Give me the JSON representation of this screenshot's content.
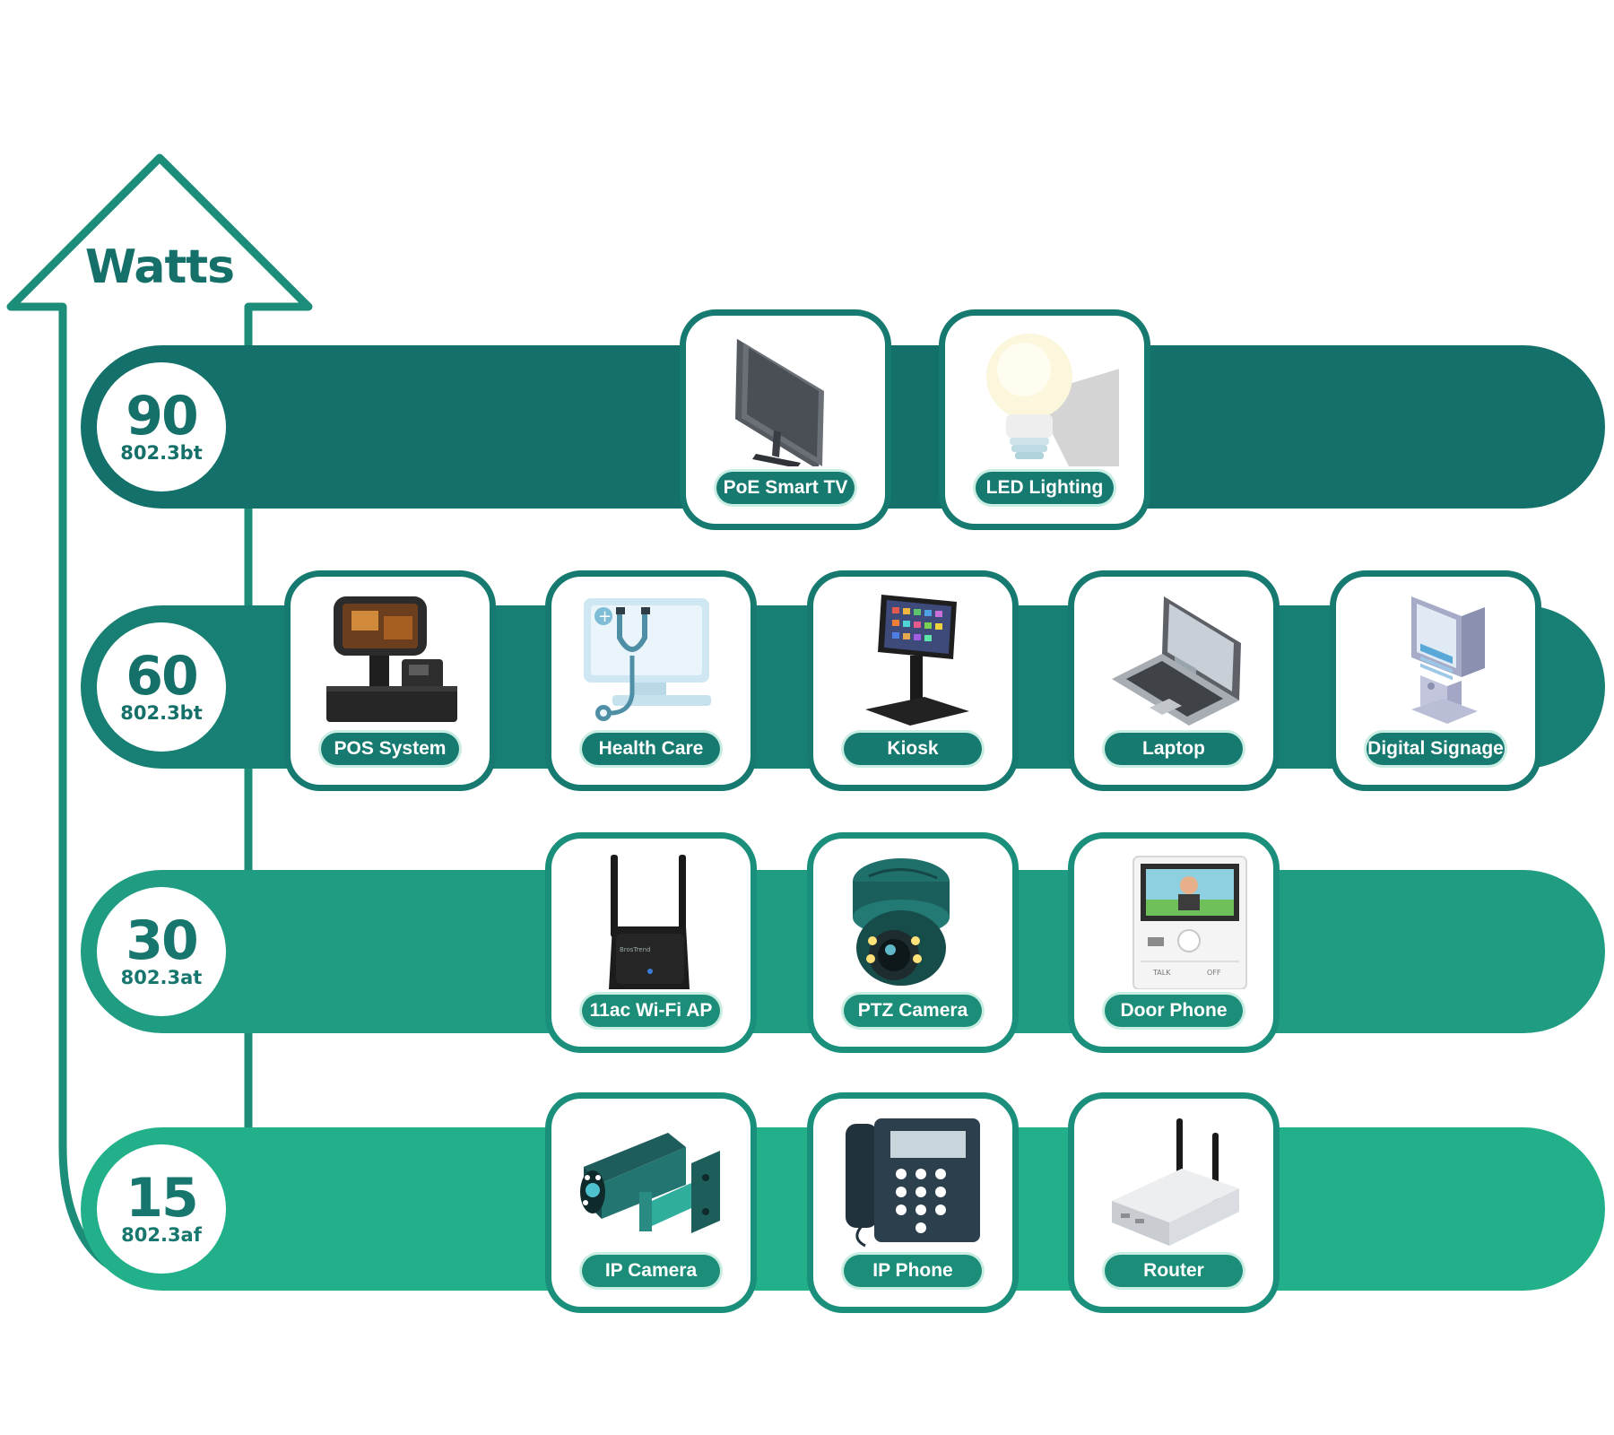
{
  "axis": {
    "title": "Watts"
  },
  "tiers": [
    {
      "watts": "90",
      "standard": "802.3bt",
      "devices": [
        {
          "label": "PoE Smart TV",
          "icon": "smart-tv-icon"
        },
        {
          "label": "LED Lighting",
          "icon": "led-bulb-icon"
        }
      ]
    },
    {
      "watts": "60",
      "standard": "802.3bt",
      "devices": [
        {
          "label": "POS System",
          "icon": "pos-terminal-icon"
        },
        {
          "label": "Health Care",
          "icon": "stethoscope-monitor-icon"
        },
        {
          "label": "Kiosk",
          "icon": "kiosk-tablet-icon"
        },
        {
          "label": "Laptop",
          "icon": "laptop-icon"
        },
        {
          "label": "Digital Signage",
          "icon": "digital-signage-icon"
        }
      ]
    },
    {
      "watts": "30",
      "standard": "802.3at",
      "devices": [
        {
          "label": "11ac Wi-Fi AP",
          "icon": "wifi-ap-icon"
        },
        {
          "label": "PTZ Camera",
          "icon": "ptz-camera-icon"
        },
        {
          "label": "Door Phone",
          "icon": "door-phone-icon"
        }
      ]
    },
    {
      "watts": "15",
      "standard": "802.3af",
      "devices": [
        {
          "label": "IP Camera",
          "icon": "ip-camera-icon"
        },
        {
          "label": "IP Phone",
          "icon": "ip-phone-icon"
        },
        {
          "label": "Router",
          "icon": "router-icon"
        }
      ]
    }
  ],
  "colors": {
    "tier_90": "#13706b",
    "tier_60": "#187f74",
    "tier_30": "#1f9c82",
    "tier_15": "#22b08a",
    "accent": "#15706a",
    "background": "#ffffff"
  }
}
